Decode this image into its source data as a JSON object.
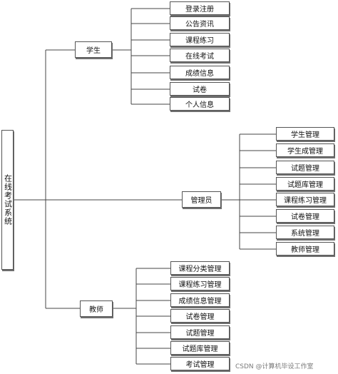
{
  "root": {
    "label": "在线考试系统"
  },
  "roles": {
    "student": {
      "label": "学生",
      "children": [
        "登录注册",
        "公告资讯",
        "课程练习",
        "在线考试",
        "成绩信息",
        "试卷",
        "个人信息"
      ]
    },
    "admin": {
      "label": "管理员",
      "children": [
        "学生管理",
        "学生成管理",
        "试题管理",
        "试题库管理",
        "课程练习管理",
        "试卷管理",
        "系统管理",
        "教师管理"
      ]
    },
    "teacher": {
      "label": "教师",
      "children": [
        "课程分类管理",
        "课程练习管理",
        "成绩信息管理",
        "试卷管理",
        "试题管理",
        "试题库管理",
        "考试管理"
      ]
    }
  },
  "watermark": "CSDN @计算机毕设工作室"
}
